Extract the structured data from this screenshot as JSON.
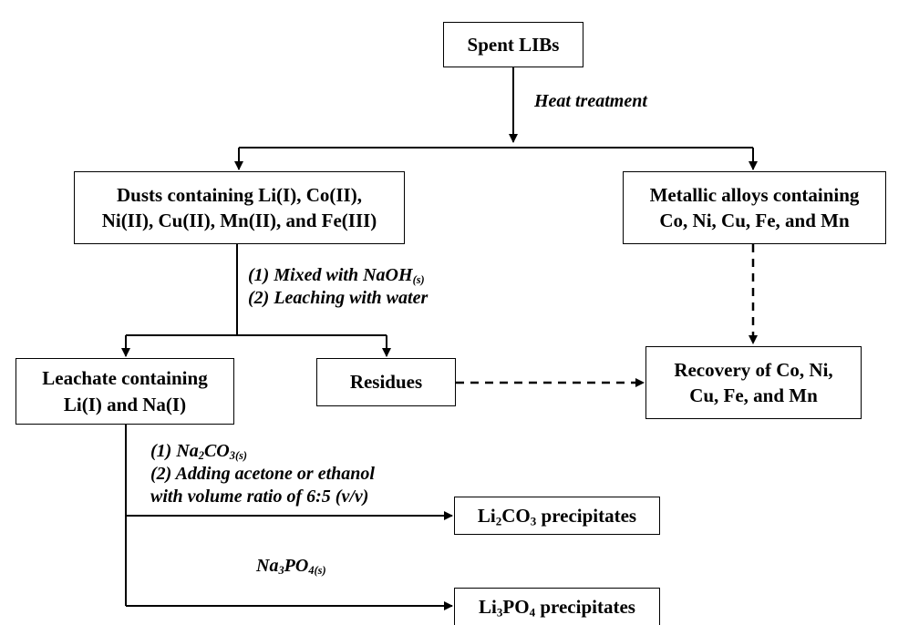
{
  "boxes": {
    "spent_libs": "Spent LIBs",
    "dusts": {
      "line1": "Dusts containing Li(I), Co(II),",
      "line2": "Ni(II), Cu(II), Mn(II), and Fe(III)"
    },
    "alloys": {
      "line1": "Metallic alloys containing",
      "line2": "Co, Ni, Cu, Fe, and Mn"
    },
    "leachate": {
      "line1": "Leachate containing",
      "line2": "Li(I) and Na(I)"
    },
    "residues": "Residues",
    "recovery": {
      "line1": "Recovery of Co, Ni,",
      "line2": "Cu, Fe, and Mn"
    },
    "li2co3": {
      "pre": "Li",
      "sub1": "2",
      "mid": "CO",
      "sub2": "3",
      "post": " precipitates"
    },
    "li3po4": {
      "pre": "Li",
      "sub1": "3",
      "mid": "PO",
      "sub2": "4",
      "post": " precipitates"
    }
  },
  "labels": {
    "heat": "Heat treatment",
    "naoh": {
      "pre": "(1) Mixed with NaOH",
      "sub": "(s)"
    },
    "water": "(2) Leaching with water",
    "na2co3": {
      "pre": "(1) Na",
      "sub1": "2",
      "mid": "CO",
      "sub2": "3(s)"
    },
    "acetone": "(2) Adding acetone or ethanol",
    "ratio": "with volume ratio of 6:5 (v/v)",
    "na3po4": {
      "pre": "Na",
      "sub1": "3",
      "mid": "PO",
      "sub2": "4(s)"
    }
  }
}
